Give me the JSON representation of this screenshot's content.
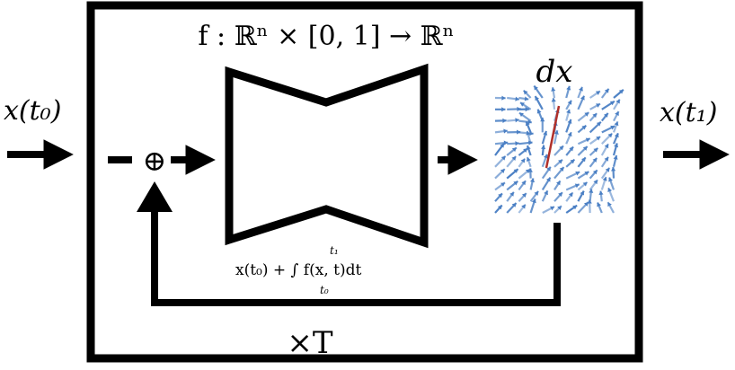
{
  "labels": {
    "input": "x(t₀)",
    "output": "x(t₁)",
    "function_signature": "f : ℝⁿ × [0, 1] → ℝⁿ",
    "vector_field": "dx",
    "integral": "x(t₀) + ∫ f(x, t)dt",
    "integral_upper": "t₁",
    "integral_lower": "t₀",
    "repeat": "×T",
    "sum_symbol": "⊕"
  },
  "colors": {
    "stroke": "#000000",
    "field_arrow": "#4a7fc4",
    "highlight_arrow": "#b0302a"
  }
}
